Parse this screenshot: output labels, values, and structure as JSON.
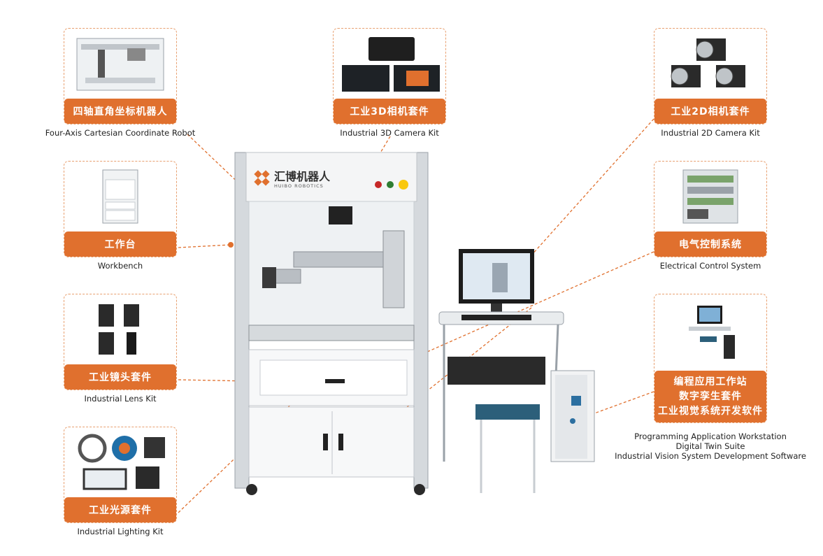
{
  "components": [
    {
      "id": "robot",
      "title_cn": "四轴直角坐标机器人",
      "title_en": "Four-Axis Cartesian Coordinate Robot",
      "icon": "cartesian-robot-icon"
    },
    {
      "id": "camera3d",
      "title_cn": "工业3D相机套件",
      "title_en": "Industrial 3D Camera Kit",
      "icon": "3d-camera-icon"
    },
    {
      "id": "camera2d",
      "title_cn": "工业2D相机套件",
      "title_en": "Industrial 2D Camera Kit",
      "icon": "2d-camera-icon"
    },
    {
      "id": "workbench",
      "title_cn": "工作台",
      "title_en": "Workbench",
      "icon": "workbench-icon"
    },
    {
      "id": "electrical",
      "title_cn": "电气控制系统",
      "title_en": "Electrical Control System",
      "icon": "electrical-cabinet-icon"
    },
    {
      "id": "lens",
      "title_cn": "工业镜头套件",
      "title_en": "Industrial Lens Kit",
      "icon": "lens-icon"
    },
    {
      "id": "software",
      "title_cn_lines": [
        "编程应用工作站",
        "数字孪生套件",
        "工业视觉系统开发软件"
      ],
      "title_en_lines": [
        "Programming Application Workstation",
        "Digital Twin Suite",
        "Industrial Vision System Development Software"
      ],
      "icon": "workstation-icon"
    },
    {
      "id": "lighting",
      "title_cn": "工业光源套件",
      "title_en": "Industrial Lighting Kit",
      "icon": "lighting-icon"
    }
  ],
  "brand": {
    "name_cn": "汇博机器人",
    "name_en": "HUIBO ROBOTICS"
  },
  "colors": {
    "accent": "#e0702e",
    "dashed": "#e8a070",
    "frame": "#c8cdd2",
    "panel": "#f4f5f6"
  }
}
